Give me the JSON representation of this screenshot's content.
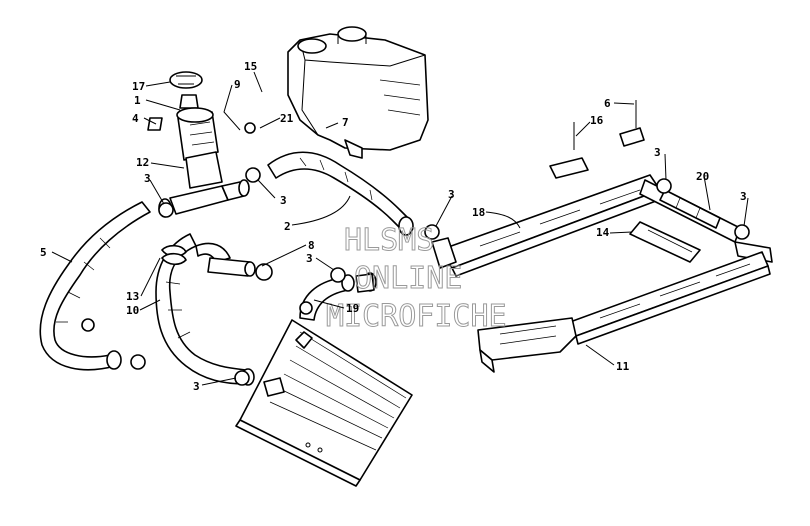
{
  "callouts": [
    "1",
    "2",
    "3",
    "4",
    "5",
    "6",
    "7",
    "8",
    "9",
    "10",
    "11",
    "12",
    "13",
    "14",
    "15",
    "16",
    "17",
    "18",
    "19",
    "20",
    "21"
  ],
  "watermark": {
    "line1": "HLSMS",
    "line2": "ONLINE",
    "line3": "MICROFICHE"
  },
  "colors": {
    "ink": "#000000",
    "watermark": "#9a9a9a",
    "paper": "#ffffff"
  }
}
